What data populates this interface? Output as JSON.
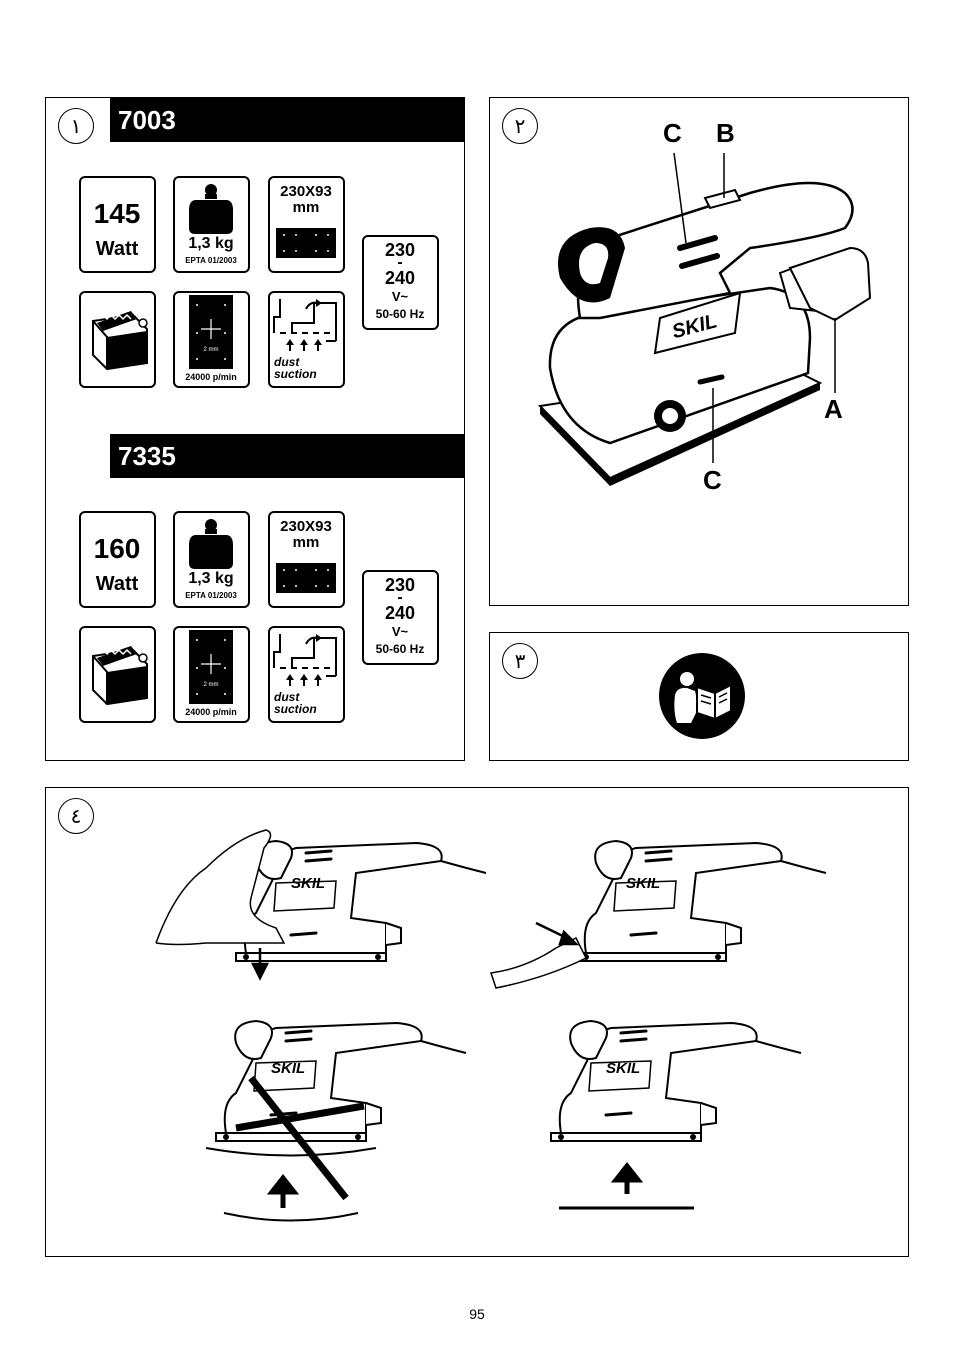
{
  "panels": {
    "p1": {
      "number": "١",
      "models": [
        {
          "model": "7003",
          "power_value": "145",
          "power_unit": "Watt",
          "weight": "1,3 kg",
          "weight_note": "EPTA 01/2003",
          "pad_size_line1": "230X93",
          "pad_size_line2": "mm",
          "voltage_line1": "230",
          "voltage_dash": "-",
          "voltage_line2": "240",
          "voltage_unit": "V~",
          "frequency": "50-60 Hz",
          "orbit": "2 mm",
          "speed": "24000 p/min",
          "dust_line1": "dust",
          "dust_line2": "suction"
        },
        {
          "model": "7335",
          "power_value": "160",
          "power_unit": "Watt",
          "weight": "1,3 kg",
          "weight_note": "EPTA 01/2003",
          "pad_size_line1": "230X93",
          "pad_size_line2": "mm",
          "voltage_line1": "230",
          "voltage_dash": "-",
          "voltage_line2": "240",
          "voltage_unit": "V~",
          "frequency": "50-60 Hz",
          "orbit": "2 mm",
          "speed": "24000 p/min",
          "dust_line1": "dust",
          "dust_line2": "suction"
        }
      ]
    },
    "p2": {
      "number": "٢",
      "labels": {
        "c_top": "C",
        "b": "B",
        "a": "A",
        "c_bottom": "C"
      },
      "brand": "SKIL"
    },
    "p3": {
      "number": "٣",
      "icon": "read-manual-icon"
    },
    "p4": {
      "number": "٤",
      "brand": "SKIL"
    }
  },
  "page_number": "95"
}
